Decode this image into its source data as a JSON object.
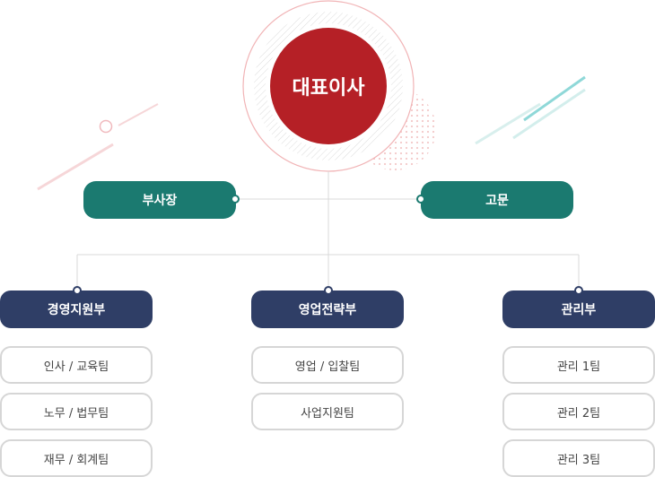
{
  "ceo": {
    "label": "대표이사"
  },
  "second_row": [
    {
      "label": "부사장"
    },
    {
      "label": "고문"
    }
  ],
  "departments": [
    {
      "label": "경영지원부",
      "teams": [
        "인사 / 교육팀",
        "노무 / 법무팀",
        "재무 / 회계팀"
      ]
    },
    {
      "label": "영업전략부",
      "teams": [
        "영업 / 입찰팀",
        "사업지원팀"
      ]
    },
    {
      "label": "관리부",
      "teams": [
        "관리 1팀",
        "관리 2팀",
        "관리 3팀"
      ]
    }
  ],
  "colors": {
    "ceo_red": "#b52026",
    "green": "#1b7a70",
    "navy": "#2f3e66",
    "team_border": "#d6d6d6"
  }
}
